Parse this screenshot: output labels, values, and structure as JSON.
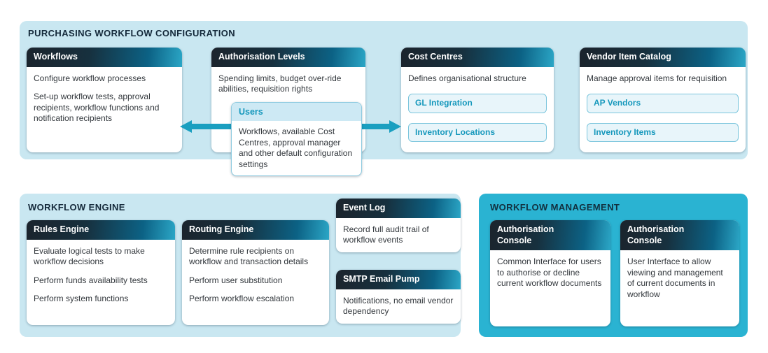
{
  "colors": {
    "panel_light": "#c9e7f1",
    "panel_teal": "#2ab3d2",
    "header_gradient_dark": "#1b242d",
    "header_gradient_teal": "#2ba6c6",
    "accent_teal": "#1698bc",
    "title_navy": "#14293a"
  },
  "purchasing": {
    "title": "PURCHASING WORKFLOW CONFIGURATION",
    "workflows": {
      "title": "Workflows",
      "p1": "Configure workflow processes",
      "p2": "Set-up workflow tests, approval recipients, workflow functions and notification recipients"
    },
    "authorisation_levels": {
      "title": "Authorisation Levels",
      "p1": "Spending limits, budget over-ride abilities, requisition rights"
    },
    "users": {
      "title": "Users",
      "p1": "Workflows, available Cost Centres, approval manager and other default configuration settings"
    },
    "cost_centres": {
      "title": "Cost Centres",
      "p1": "Defines organisational structure",
      "pill1": "GL Integration",
      "pill2": "Inventory Locations"
    },
    "vendor_item_catalog": {
      "title": "Vendor Item Catalog",
      "p1": "Manage approval items for requisition",
      "pill1": "AP Vendors",
      "pill2": "Inventory Items"
    }
  },
  "engine": {
    "title": "WORKFLOW ENGINE",
    "rules_engine": {
      "title": "Rules Engine",
      "p1": "Evaluate logical tests to make workflow decisions",
      "p2": "Perform funds availability tests",
      "p3": "Perform system functions"
    },
    "routing_engine": {
      "title": "Routing Engine",
      "p1": "Determine rule recipients on workflow and transaction details",
      "p2": "Perform user substitution",
      "p3": "Perform workflow escalation"
    },
    "event_log": {
      "title": "Event Log",
      "p1": "Record full audit trail of workflow events"
    },
    "smtp_email_pump": {
      "title": "SMTP Email Pump",
      "p1": "Notifications, no email vendor dependency"
    }
  },
  "management": {
    "title": "WORKFLOW MANAGEMENT",
    "console1": {
      "title": "Authorisation Console",
      "p1": "Common Interface for users to authorise or decline current workflow documents"
    },
    "console2": {
      "title": "Authorisation Console",
      "p1": "User Interface to allow viewing and management of current documents in workflow"
    }
  }
}
